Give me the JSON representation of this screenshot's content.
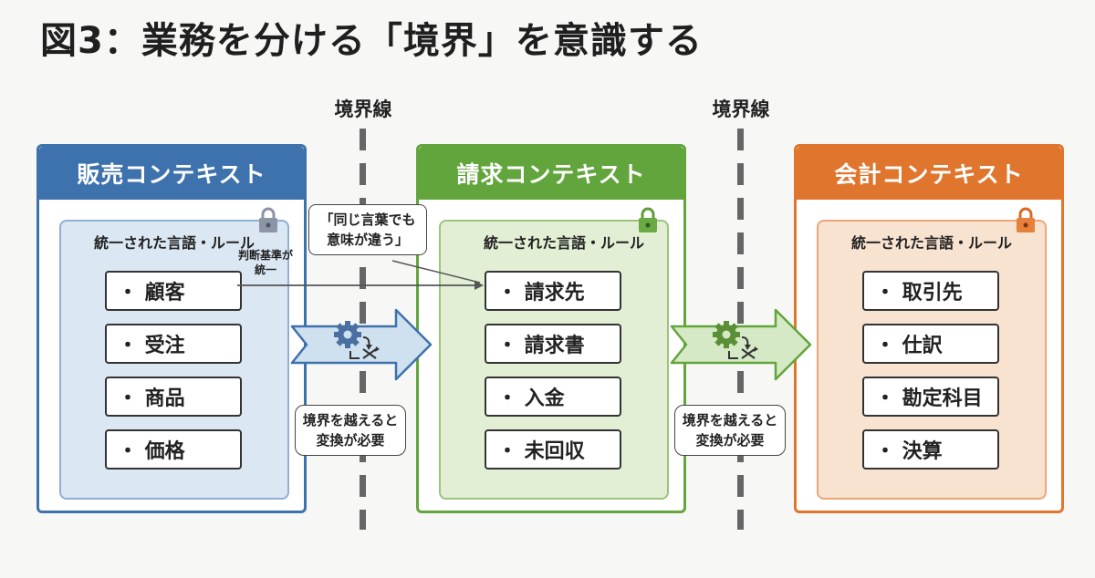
{
  "title": "図3：業務を分ける「境界」を意識する",
  "boundary_label": "境界線",
  "contexts": [
    {
      "name": "販売コンテキスト",
      "color": "#3e72ad",
      "inner_bg": "#dbe7f3",
      "inner_border": "#8fb0d4",
      "inner_label": "統一された言語・ルール",
      "terms": [
        "・ 顧客",
        "・ 受注",
        "・ 商品",
        "・ 価格"
      ]
    },
    {
      "name": "請求コンテキスト",
      "color": "#62a53c",
      "inner_bg": "#e3efd5",
      "inner_border": "#9cc47c",
      "inner_label": "統一された言語・ルール",
      "terms": [
        "・ 請求先",
        "・ 請求書",
        "・ 入金",
        "・ 未回収"
      ]
    },
    {
      "name": "会計コンテキスト",
      "color": "#e0762e",
      "inner_bg": "#f8e2d0",
      "inner_border": "#eba77a",
      "inner_label": "統一された言語・ルール",
      "terms": [
        "・ 取引先",
        "・ 仕訳",
        "・ 勘定科目",
        "・ 決算"
      ]
    }
  ],
  "conversion_label": [
    "境界を越えると",
    "変換が必要"
  ],
  "bubble": [
    "「同じ言葉でも",
    "意味が違う」"
  ],
  "note": [
    "判断基準が",
    "統一"
  ],
  "icons": {
    "lock": "lock-icon",
    "gear": "gear-icon",
    "shuffle": "shuffle-icon",
    "arrow": "arrow-right-icon"
  }
}
